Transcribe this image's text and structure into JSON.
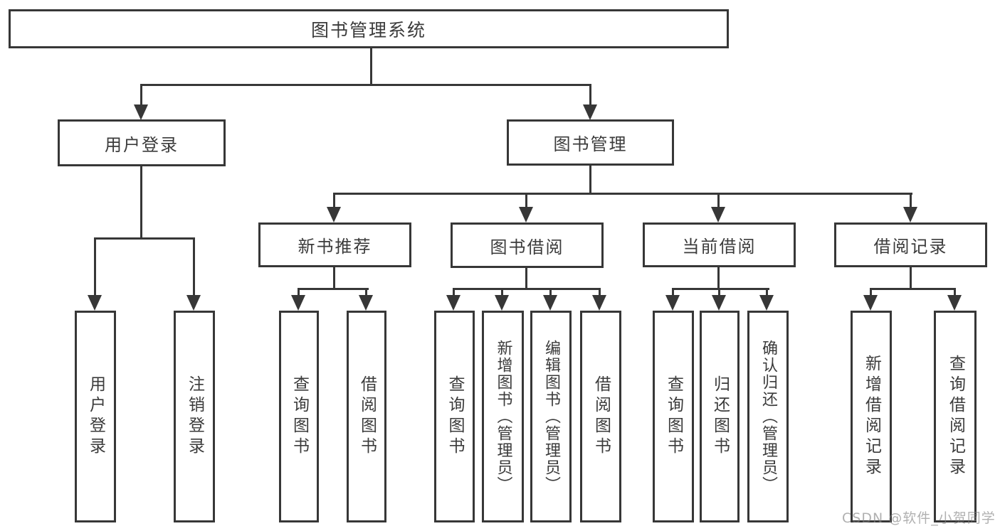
{
  "tree": {
    "label": "图书管理系统",
    "children": [
      {
        "label": "用户登录",
        "children": [
          {
            "label": "用户登录"
          },
          {
            "label": "注销登录"
          }
        ]
      },
      {
        "label": "图书管理",
        "children": [
          {
            "label": "新书推荐",
            "children": [
              {
                "label": "查询图书"
              },
              {
                "label": "借阅图书"
              }
            ]
          },
          {
            "label": "图书借阅",
            "children": [
              {
                "label": "查询图书"
              },
              {
                "label": "新增图书（管理员）"
              },
              {
                "label": "编辑图书（管理员）"
              },
              {
                "label": "借阅图书"
              }
            ]
          },
          {
            "label": "当前借阅",
            "children": [
              {
                "label": "查询图书"
              },
              {
                "label": "归还图书"
              },
              {
                "label": "确认归还（管理员）"
              }
            ]
          },
          {
            "label": "借阅记录",
            "children": [
              {
                "label": "新增借阅记录"
              },
              {
                "label": "查询借阅记录"
              }
            ]
          }
        ]
      }
    ]
  },
  "watermark": {
    "text": "CSDN @软件_小贺同学"
  },
  "colors": {
    "line": "#373737",
    "text": "#3b3b3b",
    "background": "#ffffff",
    "watermark": "#808080"
  }
}
